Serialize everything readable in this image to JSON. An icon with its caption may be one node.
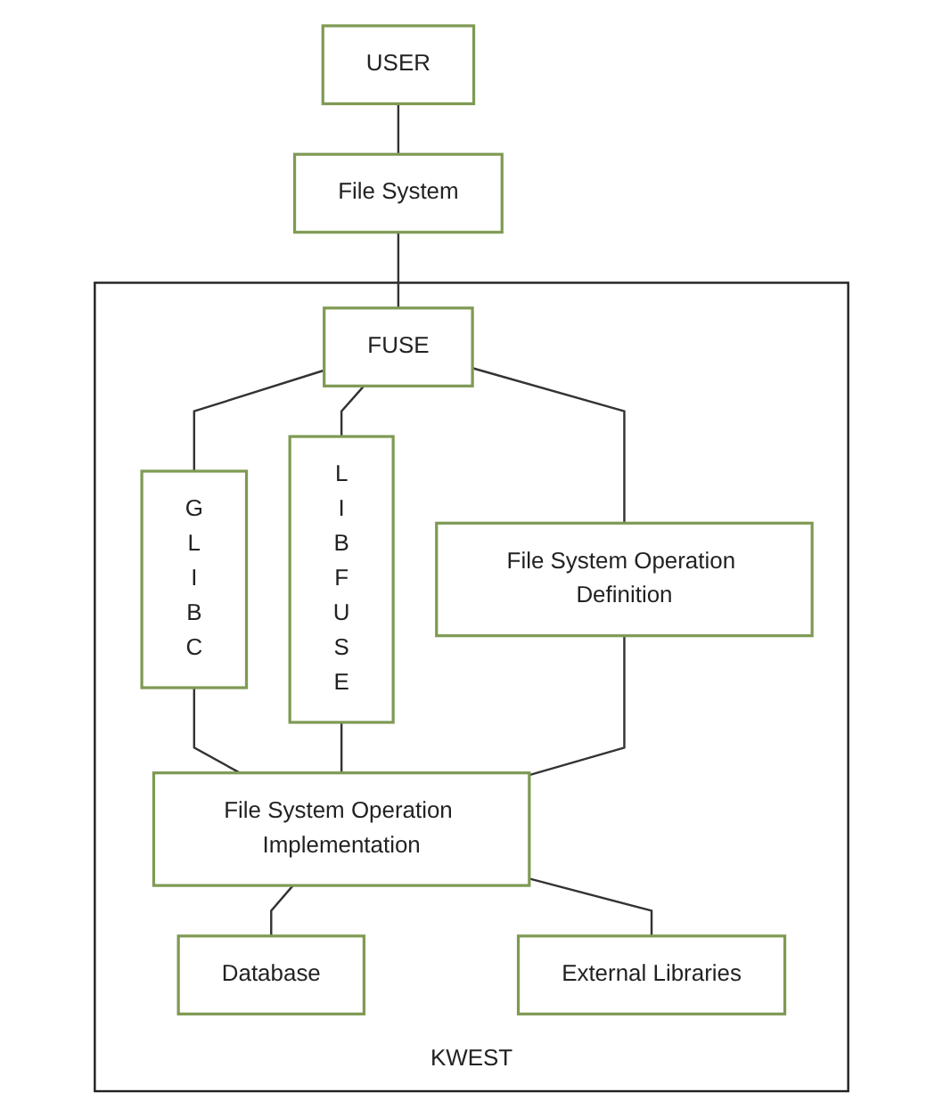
{
  "diagram": {
    "nodes": [
      {
        "text": [
          "USER"
        ]
      },
      {
        "text": [
          "File System"
        ]
      },
      {
        "text": [
          "KWEST"
        ]
      },
      {
        "text": [
          "FUSE"
        ],
        "in": 2
      },
      {
        "text": [
          "G L I B C"
        ],
        "in": 2
      },
      {
        "text": [
          "L I B F U S E"
        ],
        "in": 2
      },
      {
        "text": [
          "File System Operation Definition"
        ],
        "in": 2
      },
      {
        "text": [
          "File System Operation Implementation"
        ],
        "in": 2
      },
      {
        "text": [
          "Database"
        ],
        "in": 2
      },
      {
        "text": [
          "External Libraries"
        ],
        "in": 2
      }
    ],
    "edges": [
      {
        "from": 0,
        "to": 1,
        "arrow": "none"
      },
      {
        "from": 1,
        "to": 3,
        "arrow": "none"
      },
      {
        "from": 3,
        "to": 4,
        "arrow": "none"
      },
      {
        "from": 3,
        "to": 5,
        "arrow": "none"
      },
      {
        "from": 3,
        "to": 6,
        "arrow": "none"
      },
      {
        "from": 4,
        "to": 7,
        "arrow": "none"
      },
      {
        "from": 5,
        "to": 7,
        "arrow": "none"
      },
      {
        "from": 6,
        "to": 7,
        "arrow": "none"
      },
      {
        "from": 7,
        "to": 8,
        "arrow": "none"
      },
      {
        "from": 7,
        "to": 9,
        "arrow": "none"
      }
    ]
  }
}
